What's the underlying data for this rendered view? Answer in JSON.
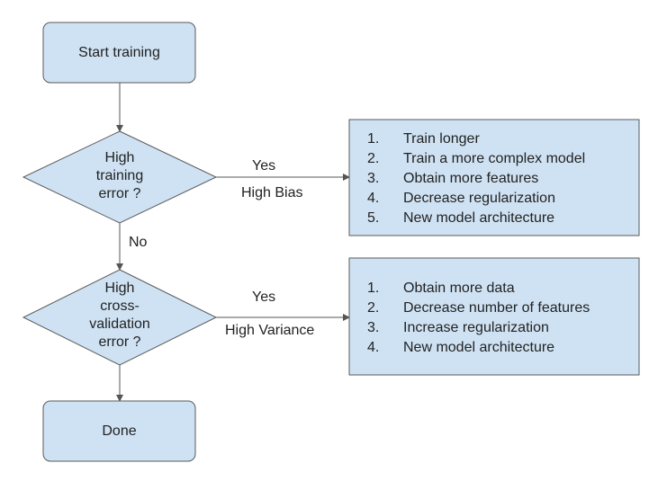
{
  "colors": {
    "box_fill": "#cfe2f3",
    "box_stroke": "#5a5a5a",
    "line": "#555555"
  },
  "nodes": {
    "start": {
      "label": "Start training"
    },
    "decision_training": {
      "lines": [
        "High",
        "training",
        "error ?"
      ]
    },
    "decision_cv": {
      "lines": [
        "High",
        "cross-",
        "validation",
        "error ?"
      ]
    },
    "done": {
      "label": "Done"
    }
  },
  "edges": {
    "training_yes": {
      "label": "Yes",
      "annotation": "High Bias"
    },
    "training_no": {
      "label": "No"
    },
    "cv_yes": {
      "label": "Yes",
      "annotation": "High Variance"
    }
  },
  "bias_remedies": {
    "items": [
      {
        "num": "1.",
        "text": "Train longer"
      },
      {
        "num": "2.",
        "text": "Train a more complex model"
      },
      {
        "num": "3.",
        "text": "Obtain more features"
      },
      {
        "num": "4.",
        "text": "Decrease regularization"
      },
      {
        "num": "5.",
        "text": "New model architecture"
      }
    ]
  },
  "variance_remedies": {
    "items": [
      {
        "num": "1.",
        "text": "Obtain more data"
      },
      {
        "num": "2.",
        "text": "Decrease number of features"
      },
      {
        "num": "3.",
        "text": "Increase regularization"
      },
      {
        "num": "4.",
        "text": "New model architecture"
      }
    ]
  }
}
